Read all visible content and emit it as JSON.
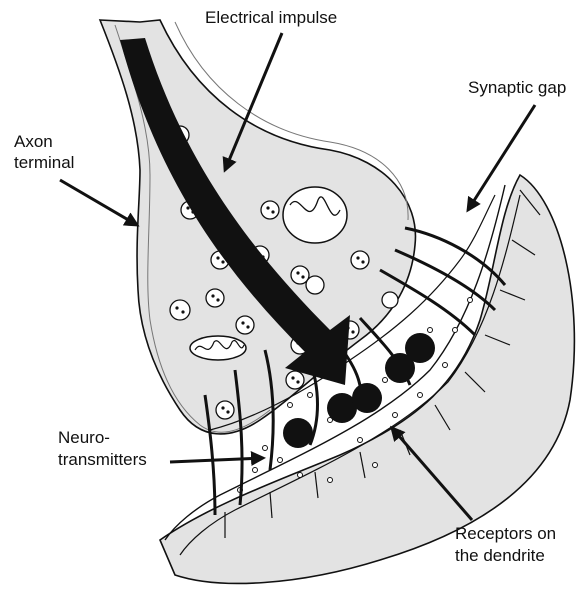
{
  "labels": {
    "electrical_impulse": "Electrical impulse",
    "synaptic_gap": "Synaptic gap",
    "axon_terminal_line1": "Axon",
    "axon_terminal_line2": "terminal",
    "neurotransmitters_line1": "Neuro-",
    "neurotransmitters_line2": "transmitters",
    "receptors_line1": "Receptors on",
    "receptors_line2": "the dendrite"
  },
  "colors": {
    "cell_fill": "#e3e3e3",
    "outline": "#111111",
    "background": "#ffffff"
  }
}
